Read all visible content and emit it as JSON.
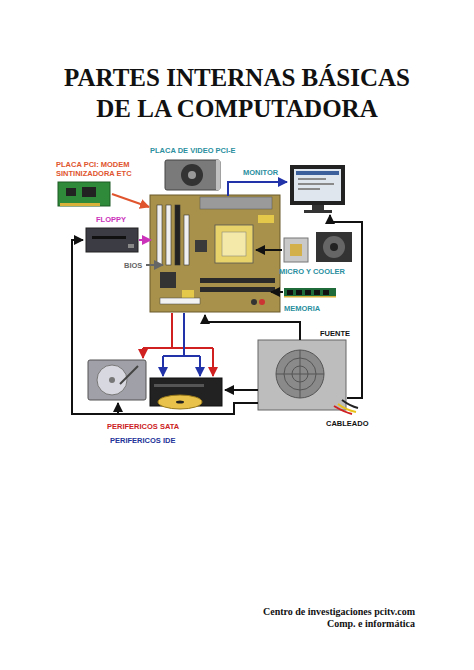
{
  "diagram": {
    "title": "PARTES INTERNAS BÁSICAS DE LA COMPUTADORA",
    "labels": [
      "PLACA DE VIDEO PCI-E",
      "PLACA PCI: MODEM SINTINIZADORA ETC",
      "MONITOR",
      "FLOPPY",
      "BIOS",
      "MICRO Y COOLER",
      "MEMORIA",
      "FUENTE",
      "CABLEADO",
      "PERIFERICOS SATA",
      "PERIFERICOS IDE",
      "Centro de investigaciones pcitv.com",
      "Comp. e informática"
    ]
  }
}
